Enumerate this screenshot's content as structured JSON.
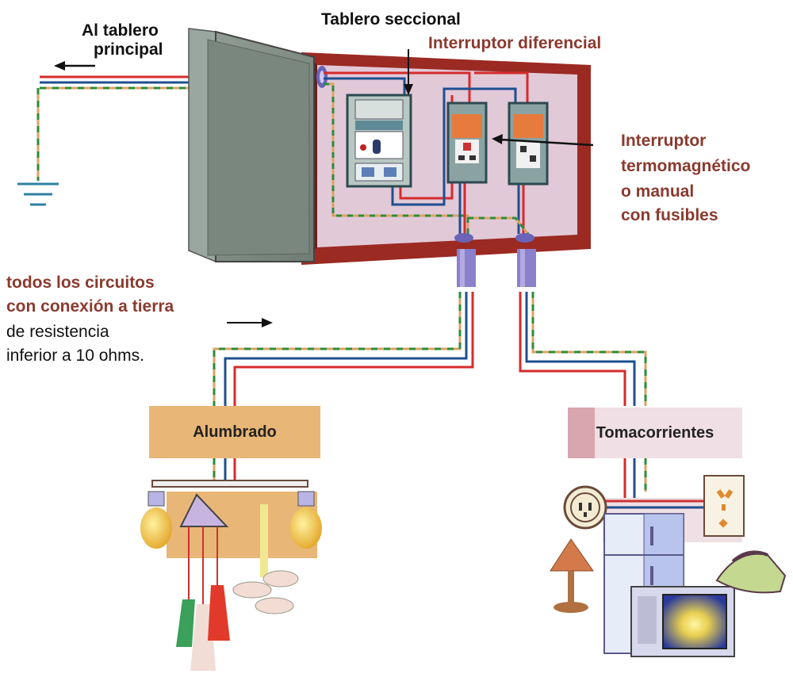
{
  "labels": {
    "tablero_seccional": "Tablero seccional",
    "al_tablero_line1": "Al tablero",
    "al_tablero_line2": "principal",
    "interruptor_diferencial": "Interruptor diferencial",
    "termo_line1": "Interruptor",
    "termo_line2": "termomagnético",
    "termo_line3": "o manual",
    "termo_line4": "con fusibles",
    "tierra_line1": "todos los circuitos",
    "tierra_line2": "con conexión a tierra",
    "tierra_line3": "de resistencia",
    "tierra_line4": "inferior a 10 ohms.",
    "alumbrado": "Alumbrado",
    "tomacorrientes": "Tomacorrientes"
  },
  "colors": {
    "accent_label": "#8b3a2e",
    "cabinet_frame": "#9b2a22",
    "cabinet_inner": "#e2c9d8",
    "door": "#7f8c83",
    "wire_red": "#d62b2b",
    "wire_blue": "#1f4f8f",
    "wire_earth_green": "#2e8b3a",
    "wire_earth_tan": "#d9a463",
    "alumbrado_box": "#e8b676",
    "tomacorrientes_box": "#d9a6b0"
  },
  "icons": [
    "arrow-left-icon",
    "arrow-down-icon",
    "arrow-left-icon",
    "arrow-right-icon",
    "ground-symbol-icon",
    "light-bulb-icon",
    "pendant-lamp-icon",
    "outlet-icon",
    "refrigerator-icon",
    "microwave-icon",
    "iron-icon",
    "table-lamp-icon"
  ]
}
